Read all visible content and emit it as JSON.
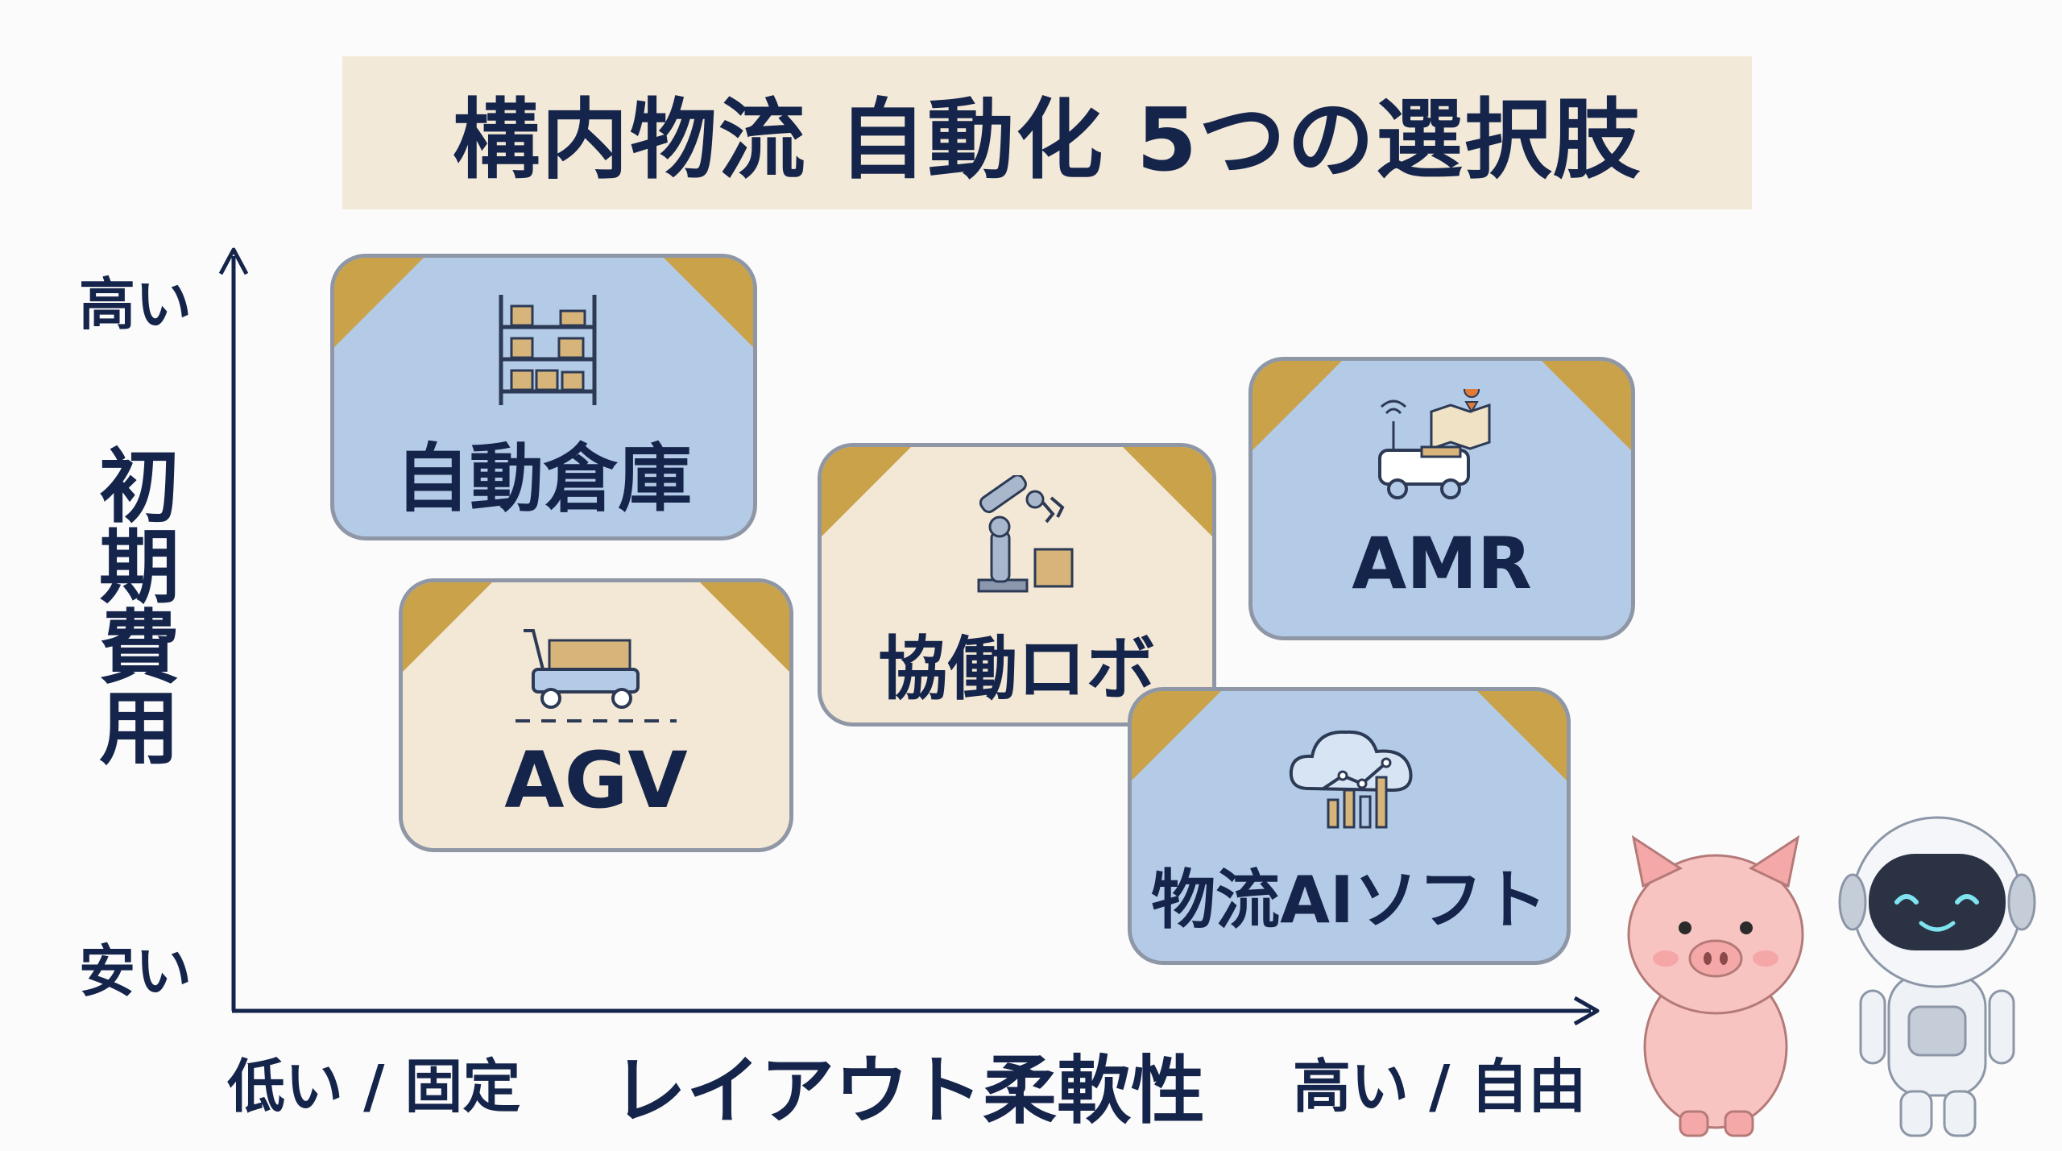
{
  "title": "構内物流 自動化 5つの選択肢",
  "y_axis": {
    "title": "初期費用",
    "high_label": "高い",
    "low_label": "安い"
  },
  "x_axis": {
    "title": "レイアウト柔軟性",
    "low_label": "低い / 固定",
    "high_label": "高い / 自由"
  },
  "options": [
    {
      "label": "自動倉庫",
      "icon": "warehouse-rack-icon",
      "theme": "blue"
    },
    {
      "label": "AGV",
      "icon": "guided-cart-icon",
      "theme": "cream"
    },
    {
      "label": "協働ロボ",
      "icon": "robot-arm-icon",
      "theme": "cream"
    },
    {
      "label": "AMR",
      "icon": "mobile-robot-map-icon",
      "theme": "blue"
    },
    {
      "label": "物流AIソフト",
      "icon": "cloud-analytics-icon",
      "theme": "blue"
    }
  ],
  "colors": {
    "navy": "#15244a",
    "card_blue": "#b4cbe7",
    "card_cream": "#f3e8d5",
    "corner_gold": "#c9a24a",
    "banner": "#f3e9d8"
  },
  "mascots": [
    "pig-mascot",
    "robot-mascot"
  ]
}
